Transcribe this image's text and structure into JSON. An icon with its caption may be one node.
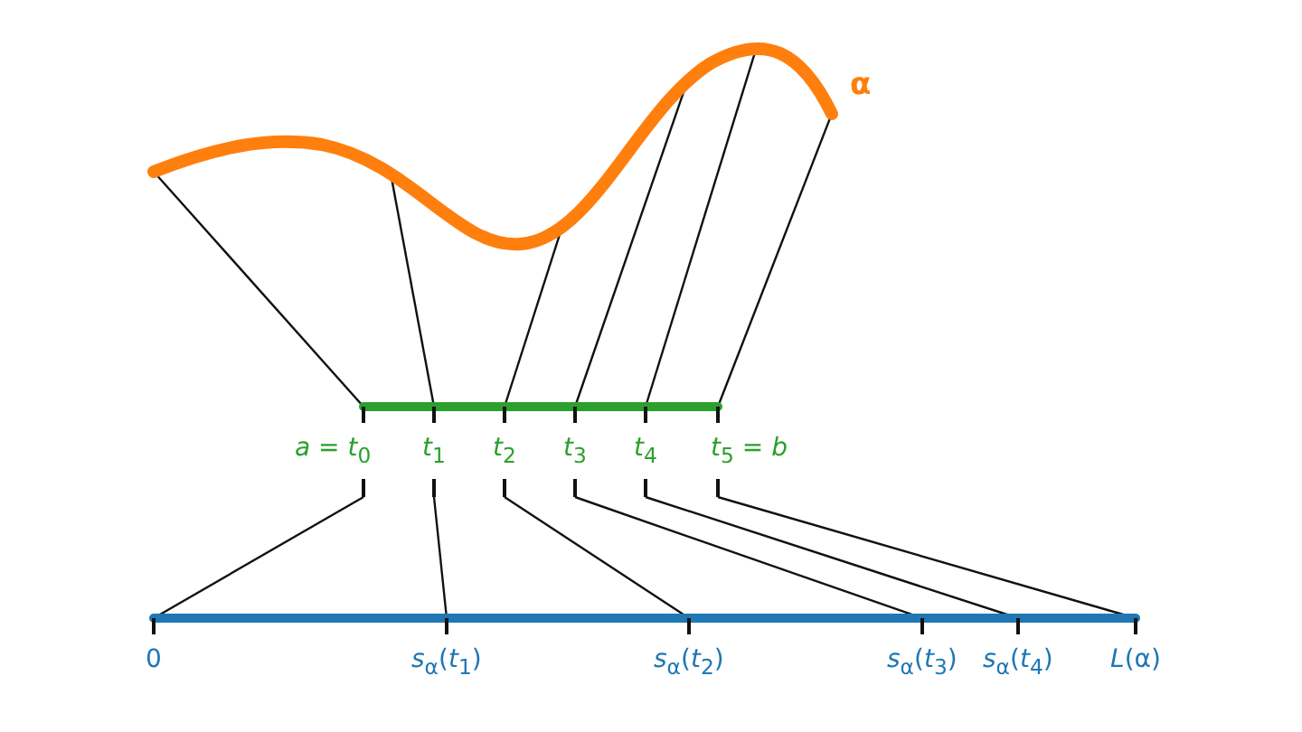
{
  "diagram": {
    "nodes": [
      {
        "text": [],
        "shape": "curve",
        "beside": [
          "α"
        ]
      },
      {
        "text": [
          "*a* = *t*$_{0}$"
        ]
      },
      {
        "text": [
          "*t*$_{1}$"
        ]
      },
      {
        "text": [
          "*t*$_{2}$"
        ]
      },
      {
        "text": [
          "*t*$_{3}$"
        ]
      },
      {
        "text": [
          "*t*$_{4}$"
        ]
      },
      {
        "text": [
          "*t*$_{5}$ = *b*"
        ]
      },
      {
        "text": [
          "0"
        ]
      },
      {
        "text": [
          "*s*$_{α}$(*t*$_{1}$)"
        ]
      },
      {
        "text": [
          "*s*$_{α}$(*t*$_{2}$)"
        ]
      },
      {
        "text": [
          "*s*$_{α}$(*t*$_{3}$)"
        ]
      },
      {
        "text": [
          "*s*$_{α}$(*t*$_{4}$)"
        ]
      },
      {
        "text": [
          "*L*(α)"
        ]
      }
    ],
    "edges": [
      {
        "from": 0,
        "to": 1,
        "arrow": "none"
      },
      {
        "from": 0,
        "to": 2,
        "arrow": "none"
      },
      {
        "from": 0,
        "to": 3,
        "arrow": "none"
      },
      {
        "from": 0,
        "to": 4,
        "arrow": "none"
      },
      {
        "from": 0,
        "to": 5,
        "arrow": "none"
      },
      {
        "from": 0,
        "to": 6,
        "arrow": "none"
      },
      {
        "from": 1,
        "to": 7,
        "arrow": "none"
      },
      {
        "from": 2,
        "to": 8,
        "arrow": "none"
      },
      {
        "from": 3,
        "to": 9,
        "arrow": "none"
      },
      {
        "from": 4,
        "to": 10,
        "arrow": "none"
      },
      {
        "from": 5,
        "to": 11,
        "arrow": "none"
      },
      {
        "from": 6,
        "to": 12,
        "arrow": "none"
      }
    ]
  }
}
